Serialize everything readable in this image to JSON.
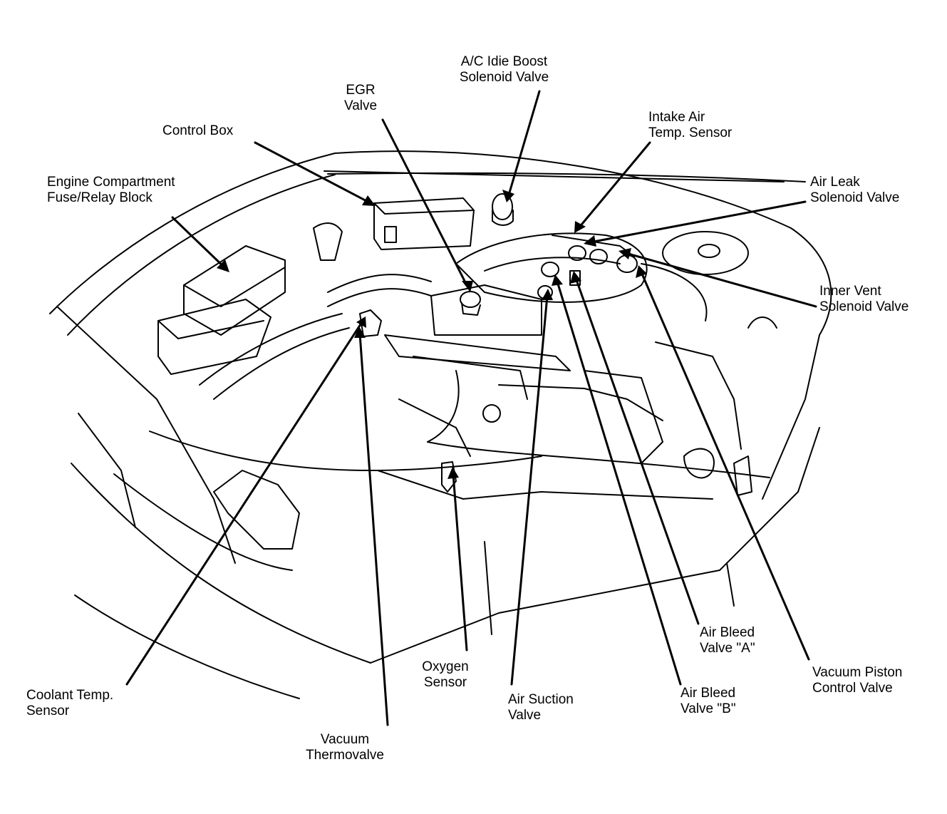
{
  "labels": {
    "ac_idle_boost": [
      "A/C Idie Boost",
      "Solenoid Valve"
    ],
    "egr_valve": [
      "EGR",
      "Valve"
    ],
    "intake_air_temp": [
      "Intake Air",
      "Temp. Sensor"
    ],
    "control_box": [
      "Control Box"
    ],
    "air_leak": [
      "Air Leak",
      "Solenoid Valve"
    ],
    "fuse_relay": [
      "Engine Compartment",
      "Fuse/Relay Block"
    ],
    "inner_vent": [
      "Inner Vent",
      "Solenoid Valve"
    ],
    "air_bleed_a": [
      "Air Bleed",
      "Valve \"A\""
    ],
    "vacuum_piston": [
      "Vacuum Piston",
      "Control Valve"
    ],
    "oxygen_sensor": [
      "Oxygen",
      "Sensor"
    ],
    "coolant_temp": [
      "Coolant Temp.",
      "Sensor"
    ],
    "air_suction": [
      "Air Suction",
      "Valve"
    ],
    "air_bleed_b": [
      "Air Bleed",
      "Valve \"B\""
    ],
    "vacuum_thermovalve": [
      "Vacuum",
      "Thermovalve"
    ]
  },
  "colors": {
    "ink": "#000000",
    "paper": "#ffffff"
  }
}
